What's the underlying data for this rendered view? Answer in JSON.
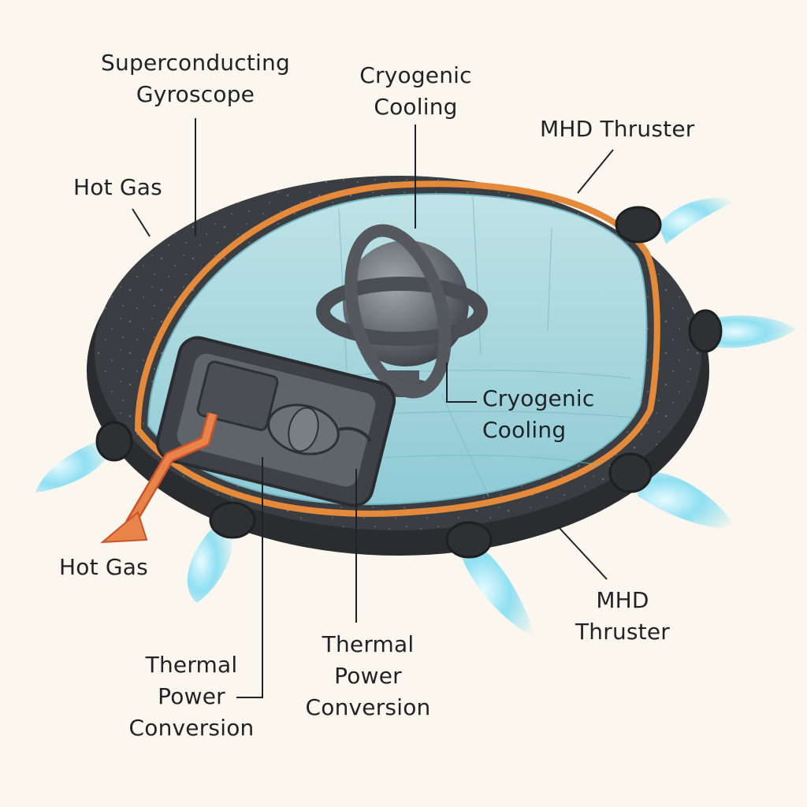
{
  "labels": {
    "gyroscope": "Superconducting\nGyroscope",
    "cryo_top": "Cryogenic\nCooling",
    "mhd_top": "MHD Thruster",
    "hotgas_top": "Hot Gas",
    "cryo_right": "Cryogenic\nCooling",
    "hotgas_arrow": "Hot Gas",
    "mhd_bottom": "MHD\nThruster",
    "tpc_center": "Thermal\nPower\nConversion",
    "tpc_left": "Thermal\nPower\nConversion"
  },
  "colors": {
    "background": "#fbf7ee",
    "hull": "#3a3d41",
    "hull_rim": "#2a2c2f",
    "cabin_glass": "#9fd3dc",
    "orange_band": "#e58a3a",
    "plume": "#7fd8ee",
    "gyro": "#5a5e63",
    "leader_lines": "#1f2226"
  },
  "icons": {
    "hot_gas_arrow": "arrow-icon",
    "thruster_plume": "plume-icon"
  }
}
